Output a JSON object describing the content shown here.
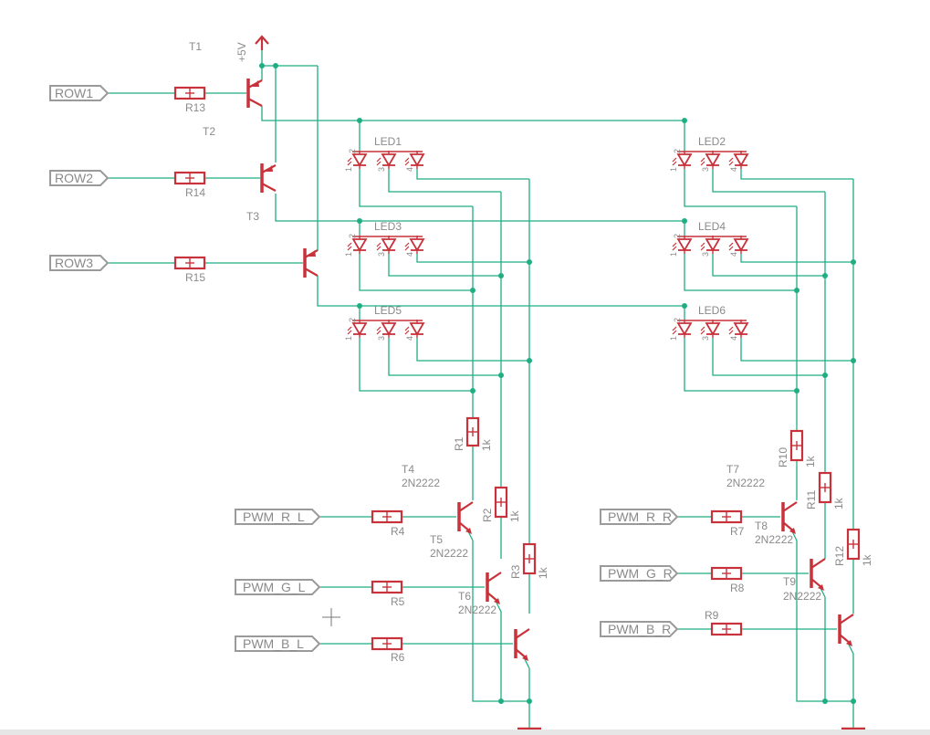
{
  "rows": [
    "ROW1",
    "ROW2",
    "ROW3"
  ],
  "row_resistors": [
    "R13",
    "R14",
    "R15"
  ],
  "row_transistors": [
    "T1",
    "T2",
    "T3"
  ],
  "supply": "+5V",
  "leds": [
    "LED1",
    "LED2",
    "LED3",
    "LED4",
    "LED5",
    "LED6"
  ],
  "led_pins": [
    "1",
    "2",
    "3",
    "4"
  ],
  "left_pwm": {
    "ports": [
      "PWM_R_L",
      "PWM_G_L",
      "PWM_B_L"
    ],
    "base_resistors": [
      "R4",
      "R5",
      "R6"
    ],
    "pull_resistors": [
      "R1",
      "R2",
      "R3"
    ],
    "pull_values": [
      "1k",
      "1k",
      "1k"
    ],
    "transistors": [
      "T4",
      "T5",
      "T6"
    ],
    "transistor_types": [
      "2N2222",
      "2N2222",
      "2N2222"
    ]
  },
  "right_pwm": {
    "ports": [
      "PWM_R_R",
      "PWM_G_R",
      "PWM_B_R"
    ],
    "base_resistors": [
      "R7",
      "R8",
      "R9"
    ],
    "pull_resistors": [
      "R10",
      "R11",
      "R12"
    ],
    "pull_values": [
      "1k",
      "1k",
      "1k"
    ],
    "transistors": [
      "T7",
      "T8",
      "T9"
    ],
    "transistor_types": [
      "2N2222",
      "2N2222"
    ]
  },
  "colors": {
    "wire": "#1fae82",
    "part": "#c8323a",
    "label": "#8a8a8a",
    "port": "#9a9a9a"
  }
}
